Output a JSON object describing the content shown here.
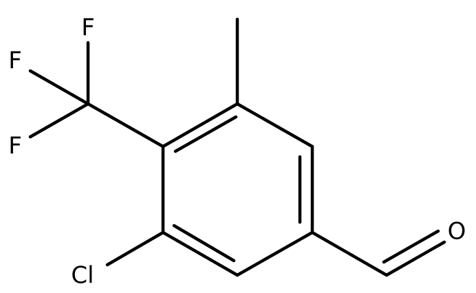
{
  "molecule": {
    "atoms": {
      "f1": "F",
      "f2": "F",
      "f3": "F",
      "cl": "Cl",
      "o": "O"
    },
    "line_color": "#000000",
    "background": "#ffffff"
  }
}
